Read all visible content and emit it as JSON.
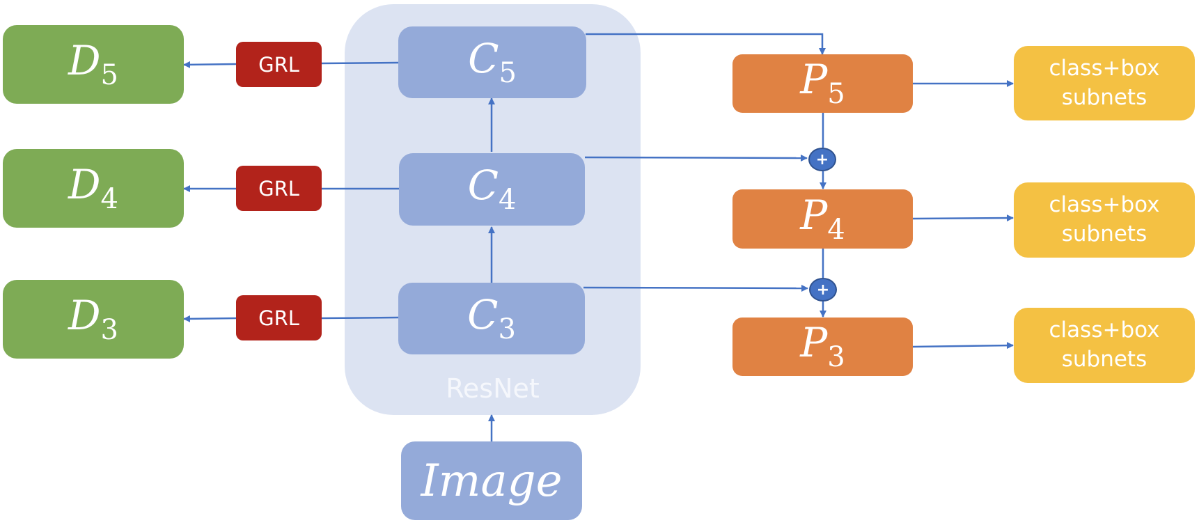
{
  "diagram": {
    "backbone": {
      "label": "ResNet",
      "input": "Image"
    },
    "c_nodes": [
      {
        "base": "C",
        "sub": "5"
      },
      {
        "base": "C",
        "sub": "4"
      },
      {
        "base": "C",
        "sub": "3"
      }
    ],
    "d_nodes": [
      {
        "base": "D",
        "sub": "5"
      },
      {
        "base": "D",
        "sub": "4"
      },
      {
        "base": "D",
        "sub": "3"
      }
    ],
    "grl_label": "GRL",
    "grl_nodes": [
      "GRL",
      "GRL",
      "GRL"
    ],
    "p_nodes": [
      {
        "base": "P",
        "sub": "5"
      },
      {
        "base": "P",
        "sub": "4"
      },
      {
        "base": "P",
        "sub": "3"
      }
    ],
    "merge_symbol": "+",
    "heads": [
      {
        "line1": "class+box",
        "line2": "subnets"
      },
      {
        "line1": "class+box",
        "line2": "subnets"
      },
      {
        "line1": "class+box",
        "line2": "subnets"
      }
    ],
    "colors": {
      "discriminator": "#7eab55",
      "backbone": "#94aad9",
      "backbone_bg": "#dce3f2",
      "pyramid": "#e08243",
      "head": "#f4c143",
      "grl": "#b2231b",
      "arrow": "#4472c4"
    }
  }
}
